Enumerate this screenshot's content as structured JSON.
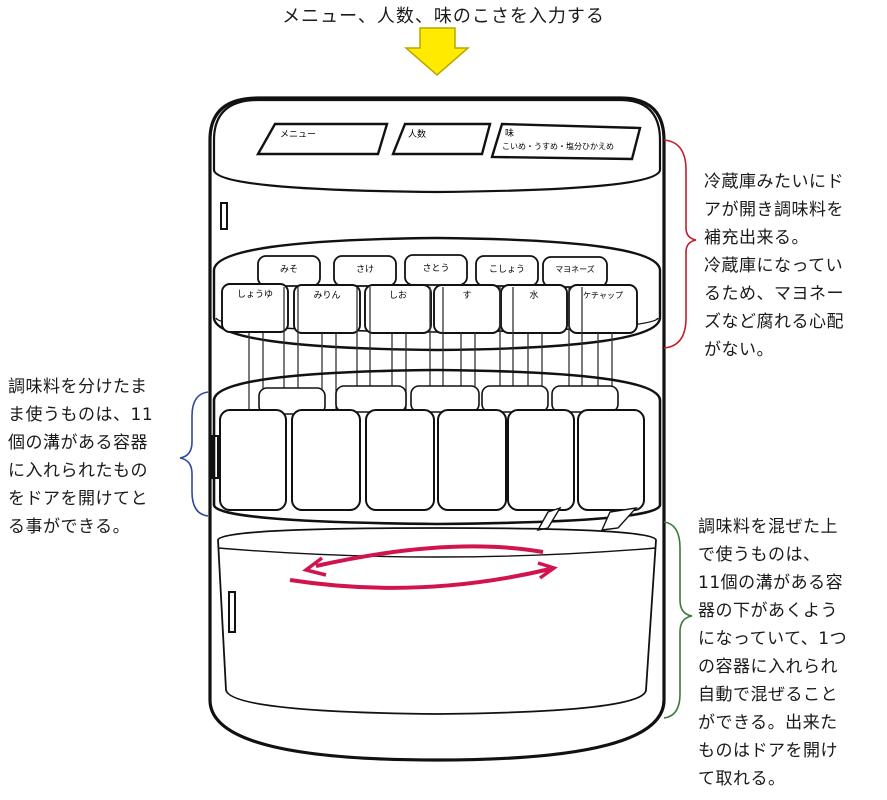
{
  "top_caption": "メニュー、人数、味のこさを入力する",
  "panel": {
    "menu_label": "メニュー",
    "people_label": "人数",
    "taste_label": "味",
    "taste_options": "こいめ・うすめ・塩分ひかえめ"
  },
  "upper_shelf": {
    "back_row": [
      "みそ",
      "さけ",
      "さとう",
      "こしょう",
      "マヨネーズ"
    ],
    "front_row": [
      "しょうゆ",
      "みりん",
      "しお",
      "す",
      "水",
      "ケチャップ"
    ]
  },
  "notes": {
    "right_top": "冷蔵庫みたいにド\nアが開き調味料を\n補充出来る。\n冷蔵庫になってい\nるため、マヨネー\nズなど腐れる心配\nがない。",
    "left": "調味料を分けたま\nま使うものは、11\n個の溝がある容器\nに入れられたもの\nをドアを開けてと\nる事ができる。",
    "right_bottom": "調味料を混ぜた上\nで使うものは、\n11個の溝がある容\n器の下があくよう\nになっていて、1つ\nの容器に入れられ\n自動で混ぜること\nができる。出来た\nものはドアを開け\nて取れる。"
  },
  "colors": {
    "arrow_fill": "#ffea00",
    "arrow_stroke": "#b8a800",
    "brace_top": "#c0202a",
    "brace_left": "#2f4a9a",
    "brace_bottom": "#3b7a3b",
    "mix_arrow": "#d1134e"
  }
}
